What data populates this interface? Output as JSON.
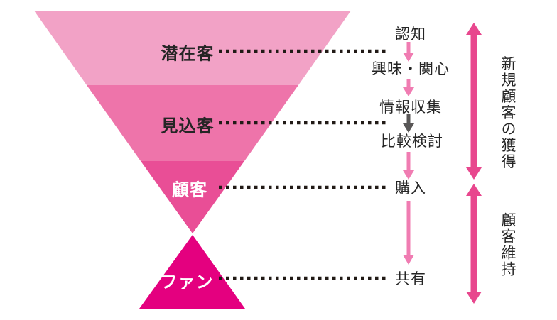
{
  "funnel": {
    "stages": [
      {
        "label": "潜在客",
        "color": "#f2a2c6",
        "text_color": "#252525"
      },
      {
        "label": "見込客",
        "color": "#ee74aa",
        "text_color": "#252525"
      },
      {
        "label": "顧客",
        "color": "#e94e96",
        "text_color": "#ffffff"
      },
      {
        "label": "ファン",
        "color": "#e4007f",
        "text_color": "#ffffff"
      }
    ]
  },
  "journey": {
    "steps": [
      "認知",
      "興味・関心",
      "情報収集",
      "比較検討",
      "購入",
      "共有"
    ]
  },
  "phases": [
    {
      "label": "新規顧客の獲得"
    },
    {
      "label": "顧客維持"
    }
  ],
  "colors": {
    "arrow_pink": "#f07cb2",
    "arrow_gray": "#595757",
    "double_arrow": "#e8478e",
    "dots": "#211a16"
  }
}
